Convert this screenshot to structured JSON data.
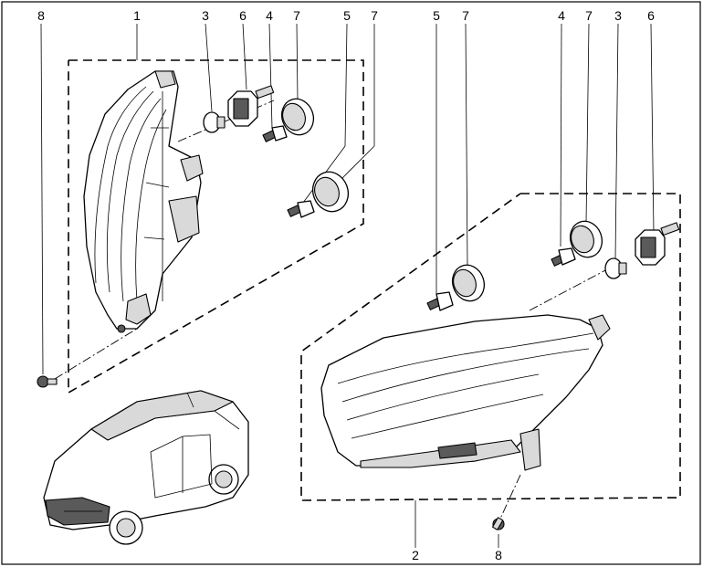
{
  "callouts": {
    "left": {
      "n8": "8",
      "n1": "1",
      "n3": "3",
      "n6": "6",
      "n4": "4",
      "n7a": "7",
      "n5": "5",
      "n7b": "7"
    },
    "right": {
      "n5": "5",
      "n7a": "7",
      "n4": "4",
      "n7b": "7",
      "n3": "3",
      "n6": "6",
      "n2": "2",
      "n8": "8"
    }
  },
  "parts": {
    "headlamp_left": "headlamp-left",
    "headlamp_right": "headlamp-right",
    "bulb": "bulb",
    "socket": "bulb-socket",
    "small_bulb": "side-light-bulb",
    "cap": "rubber-cap",
    "screw": "screw",
    "vehicle": "vehicle-silhouette"
  },
  "colors": {
    "line": "#000000",
    "fill_light": "#d9d9d9",
    "fill_dark": "#5a5a5a",
    "background": "#ffffff"
  }
}
